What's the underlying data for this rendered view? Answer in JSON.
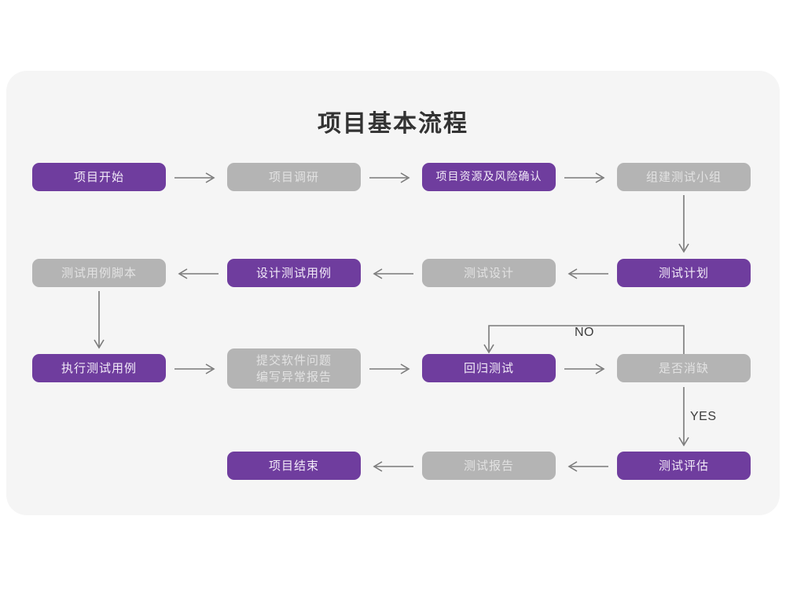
{
  "page": {
    "background_color": "#ffffff",
    "card_color": "#f5f5f5"
  },
  "chart_data": {
    "type": "diagram",
    "diagram_type": "flowchart",
    "title": "项目基本流程",
    "colors": {
      "active_node": "#6f3d9e",
      "active_node_text": "#f2eaf8",
      "inactive_node": "#b4b4b4",
      "inactive_node_text": "#e2e2e2",
      "connector": "#7a7a7a",
      "label_text": "#3d3d3d"
    },
    "nodes": [
      {
        "id": "n1",
        "label": "项目开始",
        "style": "purple",
        "row": 1,
        "col": 1
      },
      {
        "id": "n2",
        "label": "项目调研",
        "style": "gray",
        "row": 1,
        "col": 2
      },
      {
        "id": "n3",
        "label": "项目资源及风险确认",
        "style": "purple",
        "row": 1,
        "col": 3
      },
      {
        "id": "n4",
        "label": "组建测试小组",
        "style": "gray",
        "row": 1,
        "col": 4
      },
      {
        "id": "n5",
        "label": "测试计划",
        "style": "purple",
        "row": 2,
        "col": 4
      },
      {
        "id": "n6",
        "label": "测试设计",
        "style": "gray",
        "row": 2,
        "col": 3
      },
      {
        "id": "n7",
        "label": "设计测试用例",
        "style": "purple",
        "row": 2,
        "col": 2
      },
      {
        "id": "n8",
        "label": "测试用例脚本",
        "style": "gray",
        "row": 2,
        "col": 1
      },
      {
        "id": "n9",
        "label": "执行测试用例",
        "style": "purple",
        "row": 3,
        "col": 1
      },
      {
        "id": "n10",
        "label": "提交软件问题\n编写异常报告",
        "style": "gray",
        "row": 3,
        "col": 2
      },
      {
        "id": "n11",
        "label": "回归测试",
        "style": "purple",
        "row": 3,
        "col": 3
      },
      {
        "id": "n12",
        "label": "是否消缺",
        "style": "gray",
        "row": 3,
        "col": 4
      },
      {
        "id": "n13",
        "label": "测试评估",
        "style": "purple",
        "row": 4,
        "col": 4
      },
      {
        "id": "n14",
        "label": "测试报告",
        "style": "gray",
        "row": 4,
        "col": 3
      },
      {
        "id": "n15",
        "label": "项目结束",
        "style": "purple",
        "row": 4,
        "col": 2
      }
    ],
    "edges": [
      {
        "from": "n1",
        "to": "n2",
        "label": "",
        "direction": "right"
      },
      {
        "from": "n2",
        "to": "n3",
        "label": "",
        "direction": "right"
      },
      {
        "from": "n3",
        "to": "n4",
        "label": "",
        "direction": "right"
      },
      {
        "from": "n4",
        "to": "n5",
        "label": "",
        "direction": "down"
      },
      {
        "from": "n5",
        "to": "n6",
        "label": "",
        "direction": "left"
      },
      {
        "from": "n6",
        "to": "n7",
        "label": "",
        "direction": "left"
      },
      {
        "from": "n7",
        "to": "n8",
        "label": "",
        "direction": "left"
      },
      {
        "from": "n8",
        "to": "n9",
        "label": "",
        "direction": "down"
      },
      {
        "from": "n9",
        "to": "n10",
        "label": "",
        "direction": "right"
      },
      {
        "from": "n10",
        "to": "n11",
        "label": "",
        "direction": "right"
      },
      {
        "from": "n11",
        "to": "n12",
        "label": "",
        "direction": "right"
      },
      {
        "from": "n12",
        "to": "n11",
        "label": "NO",
        "direction": "loop-up-left"
      },
      {
        "from": "n12",
        "to": "n13",
        "label": "YES",
        "direction": "down"
      },
      {
        "from": "n13",
        "to": "n14",
        "label": "",
        "direction": "left"
      },
      {
        "from": "n14",
        "to": "n15",
        "label": "",
        "direction": "left"
      }
    ],
    "edge_labels": [
      "NO",
      "YES"
    ]
  }
}
